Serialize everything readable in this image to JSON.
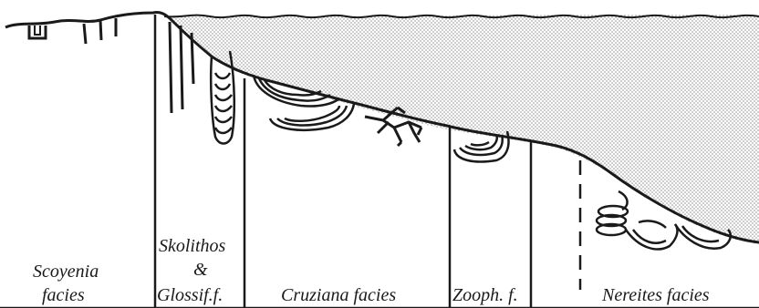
{
  "facies": [
    {
      "id": "scoyenia",
      "lines": [
        "Scoyenia",
        "facies"
      ]
    },
    {
      "id": "skolithos",
      "lines": [
        "Skolithos",
        "&",
        "Glossif.f."
      ]
    },
    {
      "id": "cruziana",
      "lines": [
        "Cruziana facies"
      ]
    },
    {
      "id": "zoophycos",
      "lines": [
        "Zooph. f."
      ]
    },
    {
      "id": "nereites",
      "lines": [
        "Nereites facies"
      ]
    }
  ],
  "colors": {
    "ink": "#1a1a1a",
    "water_dots": "#9a9a9a",
    "background": "#ffffff"
  },
  "icons": [
    "u-burrow-icon",
    "vertical-burrow-icon",
    "spreite-burrow-icon",
    "branching-burrow-icon",
    "spiral-trace-icon"
  ]
}
